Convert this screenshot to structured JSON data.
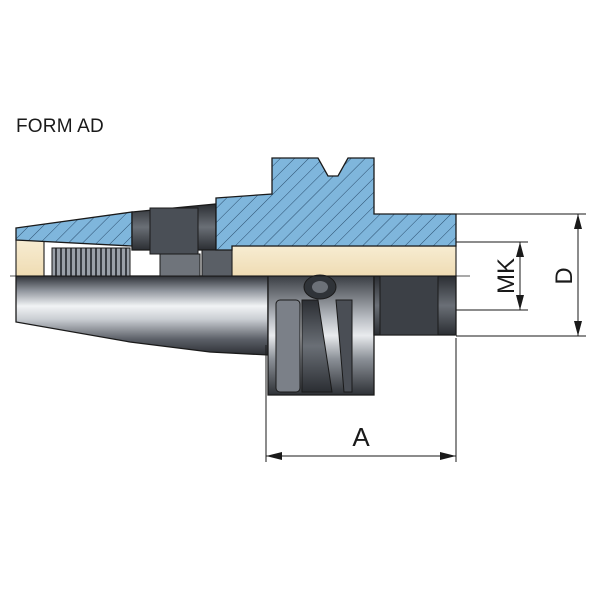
{
  "form_label": "FORM AD",
  "dimensions": {
    "length_label": "A",
    "bore_label": "MK",
    "diameter_label": "D"
  },
  "colors": {
    "section_fill": "#7fb6dc",
    "bore_fill": "#f4e6c8",
    "steel_dark": "#3f434a",
    "steel_light": "#eef0f2",
    "outline": "#1a1a1a"
  }
}
